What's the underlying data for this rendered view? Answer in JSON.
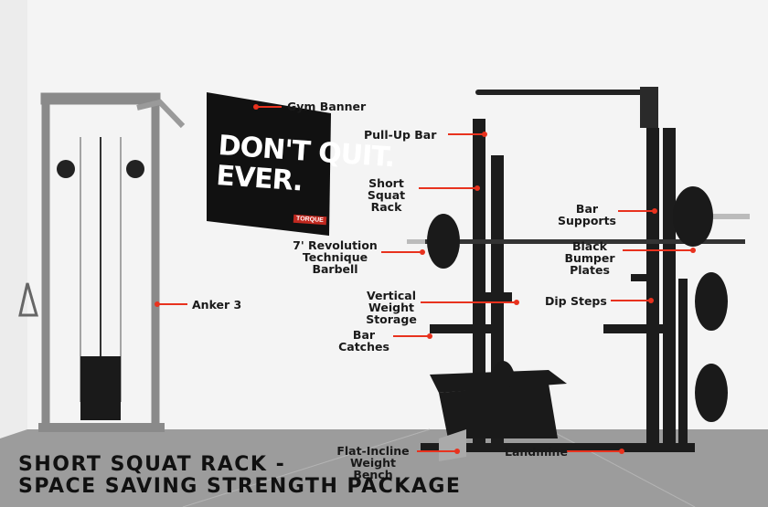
{
  "banner": {
    "text": "DON'T QUIT.\nEVER.",
    "logo": "TORQUE"
  },
  "title": "SHORT SQUAT RACK -\nSPACE SAVING STRENGTH PACKAGE",
  "labels": {
    "gym_banner": "Gym Banner",
    "pull_up_bar": "Pull-Up Bar",
    "short_squat_rack": "Short Squat\nRack",
    "barbell": "7' Revolution\nTechnique\nBarbell",
    "anker": "Anker 3",
    "vertical_storage": "Vertical\nWeight\nStorage",
    "bar_catches": "Bar\nCatches",
    "bar_supports": "Bar\nSupports",
    "bumper_plates": "Black\nBumper\nPlates",
    "dip_steps": "Dip Steps",
    "bench": "Flat-Incline\nWeight Bench",
    "landmine": "Landmine"
  },
  "colors": {
    "callout": "#e8321e",
    "floor": "#9c9c9c",
    "wall": "#f4f4f4",
    "equipment": "#1c1c1c",
    "frame": "#8a8a8a"
  }
}
